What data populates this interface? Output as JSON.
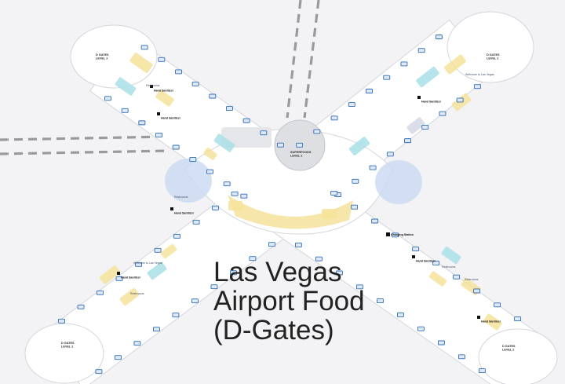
{
  "title": {
    "line1": "Las Vegas",
    "line2": "Airport Food",
    "line3": "(D-Gates)"
  },
  "colors": {
    "background": "#f3f3f5",
    "concourse": "#ffffff",
    "hub": "#dedfe3",
    "rotunda": "#c9daf2",
    "food": "#f6e29a",
    "shop": "#a9dfe8",
    "gate_icon": "#2f6db8",
    "dashes": "#9a9a9a"
  },
  "levels": {
    "nw": "D GATES\nLEVEL 2",
    "ne": "D GATES\nLEVEL 2",
    "sw": "D GATES\nLEVEL 2",
    "se": "D GATES\nLEVEL 2",
    "center": "SUPERFOODS\nLEVEL 2"
  },
  "map_labels": [
    "Hand Sanitizer",
    "Hand Sanitizer",
    "Hand Sanitizer",
    "Hand Sanitizer",
    "Hand Sanitizer",
    "Hand Sanitizer",
    "Hand Sanitizer",
    "Welcome to Las Vegas",
    "Welcome to Las Vegas",
    "Charging Station",
    "Restrooms",
    "Restrooms",
    "Restrooms",
    "Restrooms",
    "Restrooms"
  ],
  "legend_icons": [
    "restroom-icon",
    "hand-sanitizer-icon",
    "gate-marker-icon",
    "charging-icon"
  ]
}
